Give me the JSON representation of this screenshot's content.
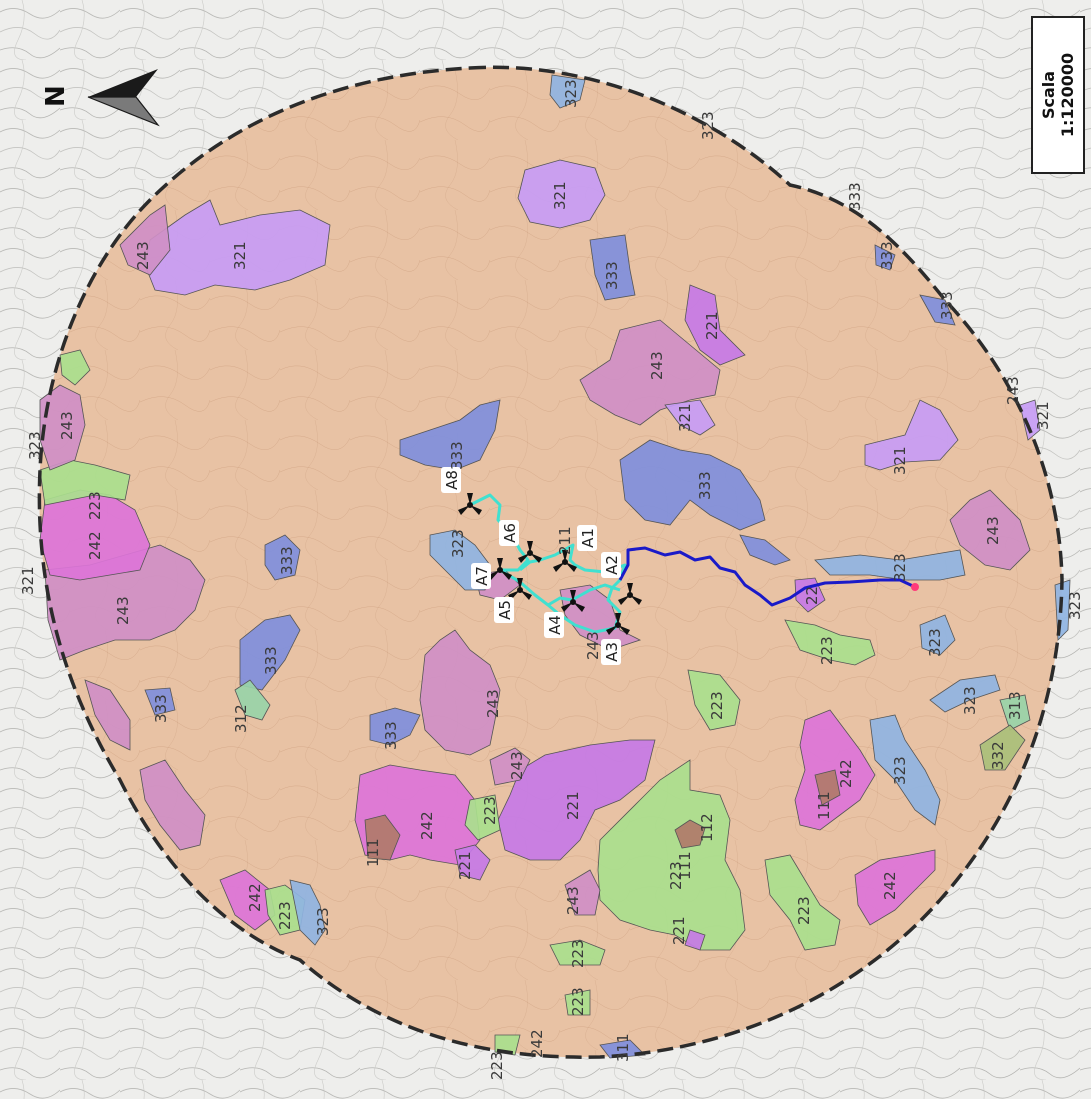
{
  "north_label": "N",
  "scale": {
    "title": "Scala",
    "value": "1:120000"
  },
  "colors": {
    "buffer_fill": "#e8c2a4",
    "class_321": "#c79cf5",
    "class_333": "#7f8fdc",
    "class_243": "#cf8fc6",
    "class_221": "#c57ae6",
    "class_242": "#dc74d8",
    "class_223": "#a9e08d",
    "class_323": "#8fb4e2",
    "class_112": "#b07a6a",
    "cable_internal": "#40e0d0",
    "cable_external": "#1a1ac8"
  },
  "turbines": [
    {
      "id": "A1",
      "label": "A1"
    },
    {
      "id": "A2",
      "label": "A2"
    },
    {
      "id": "A3",
      "label": "A3"
    },
    {
      "id": "A4",
      "label": "A4"
    },
    {
      "id": "A5",
      "label": "A5"
    },
    {
      "id": "A6",
      "label": "A6"
    },
    {
      "id": "A7",
      "label": "A7"
    },
    {
      "id": "A8",
      "label": "A8"
    }
  ],
  "land_use_codes": [
    "321",
    "333",
    "243",
    "221",
    "242",
    "223",
    "323",
    "312",
    "313",
    "332",
    "311",
    "112",
    "111",
    "211",
    "22"
  ]
}
